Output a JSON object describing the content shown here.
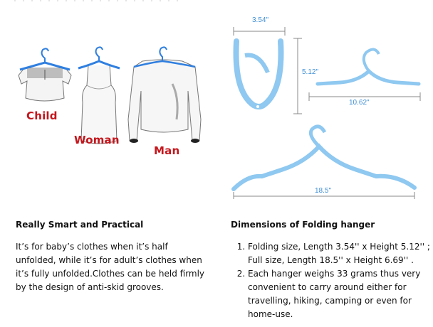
{
  "left_module": {
    "image": {
      "labels": [
        "Child",
        "Woman",
        "Man"
      ],
      "label_color": "#c4161c",
      "hanger_color": "#2f7fe0"
    },
    "heading": "Really Smart and Practical",
    "body": "It’s for baby’s clothes when it’s half unfolded, while it’s for adult’s clothes when it’s fully unfolded.Clothes can be held firmly by the design of anti-skid grooves."
  },
  "right_module": {
    "image": {
      "dimension_labels": {
        "folded_width": "3.54\"",
        "folded_height": "5.12\"",
        "half_width": "10.62\"",
        "full_width": "18.5\""
      },
      "hanger_color": "#8fc8f0",
      "dimension_color": "#3f8fd6"
    },
    "heading": "Dimensions of Folding hanger",
    "list": [
      "Folding size, Length 3.54'' x Height 5.12'' ; Full size, Length 18.5'' x Height 6.69'' .",
      "Each hanger weighs 33 grams thus very convenient to carry around either for travelling, hiking, camping or even for home-use."
    ]
  }
}
